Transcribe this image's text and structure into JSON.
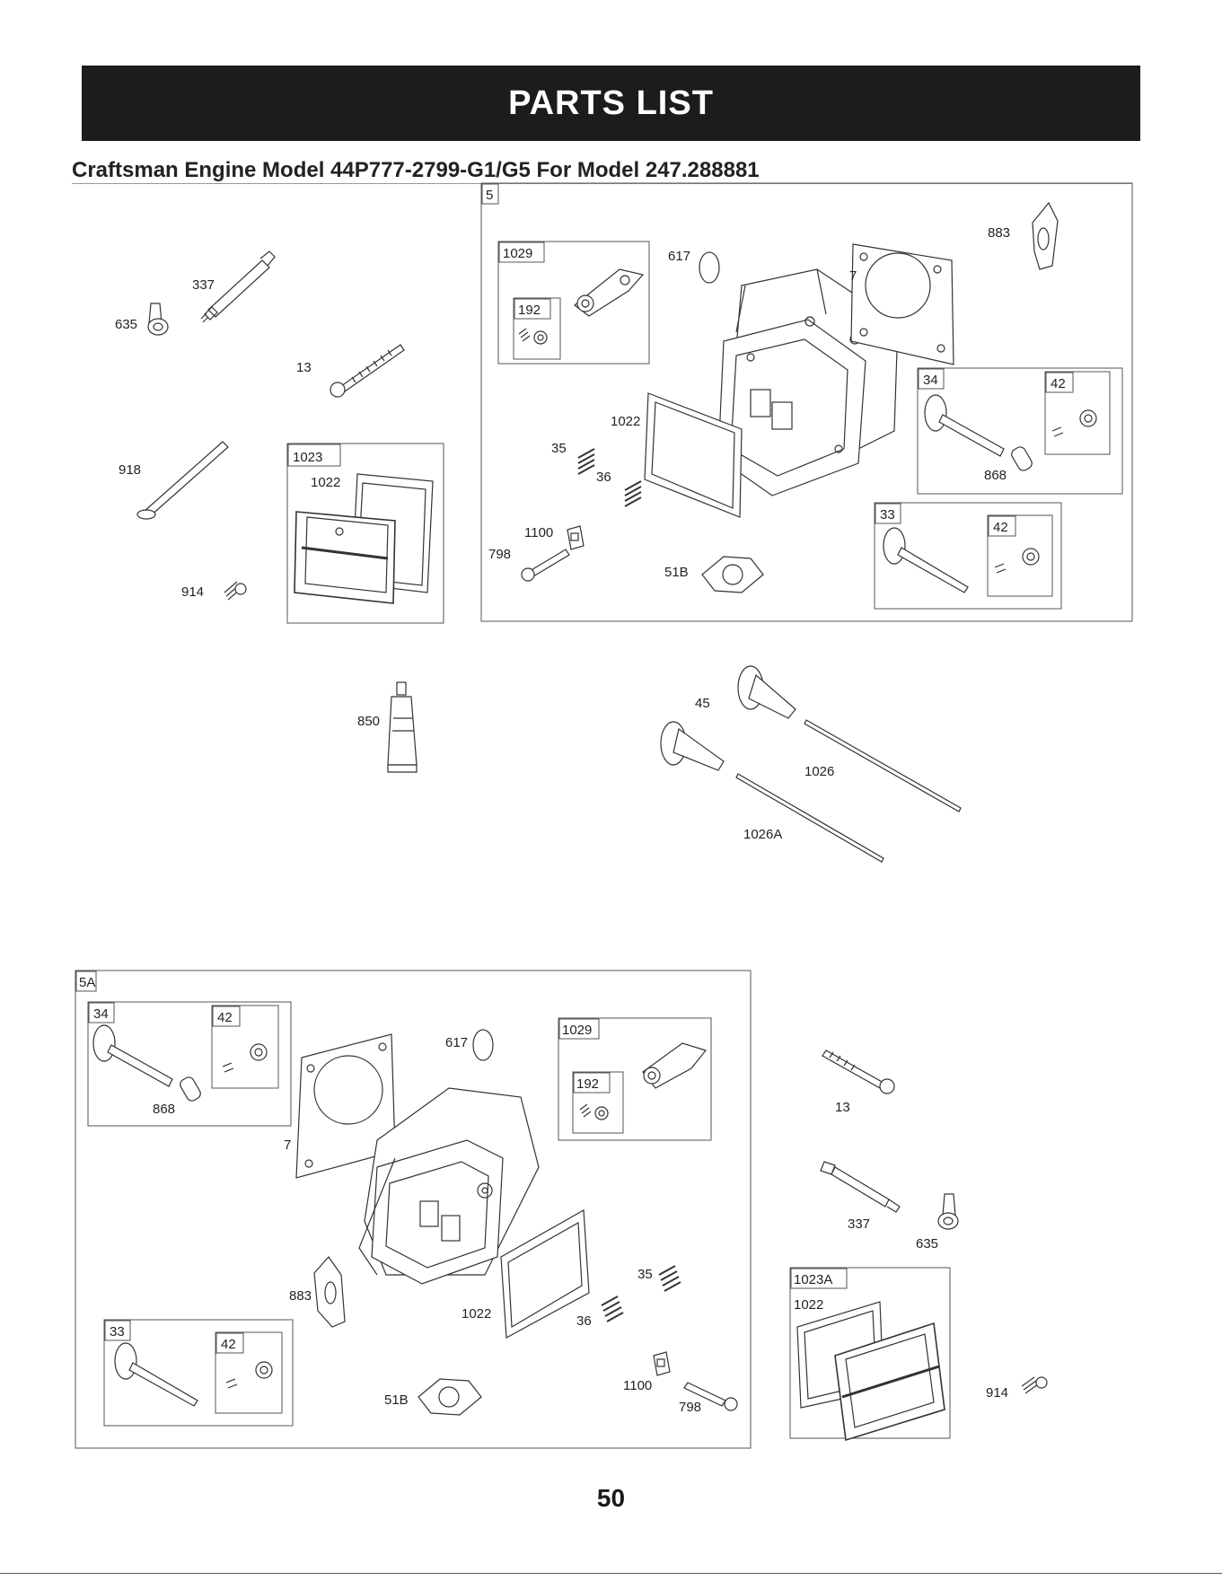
{
  "header": {
    "banner": "PARTS LIST",
    "subtitle": "Craftsman Engine Model 44P777-2799-G1/G5 For Model 247.288881"
  },
  "callouts": {
    "p635a": "635",
    "p337a": "337",
    "p13a": "13",
    "p918": "918",
    "p914a": "914",
    "p1023": "1023",
    "p1022a": "1022",
    "b5": "5",
    "b1029a": "1029",
    "b192a": "192",
    "p617a": "617",
    "p7a": "7",
    "p883a": "883",
    "p1022b": "1022",
    "p35a": "35",
    "p36a": "36",
    "p1100a": "1100",
    "p798a": "798",
    "p51Ba": "51B",
    "b34a": "34",
    "b42a": "42",
    "p868a": "868",
    "b33a": "33",
    "b42b": "42",
    "p850": "850",
    "p45": "45",
    "p1026": "1026",
    "p1026A": "1026A",
    "b5A": "5A",
    "b34b": "34",
    "b42c": "42",
    "p868b": "868",
    "p617b": "617",
    "b1029b": "1029",
    "b192b": "192",
    "p7b": "7",
    "p883b": "883",
    "b33b": "33",
    "b42d": "42",
    "p51Bb": "51B",
    "p1022c": "1022",
    "p35b": "35",
    "p36b": "36",
    "p1100b": "1100",
    "p798b": "798",
    "p13b": "13",
    "p337b": "337",
    "p635b": "635",
    "b1023A": "1023A",
    "p1022d": "1022",
    "p914b": "914"
  },
  "footer": {
    "page_number": "50"
  },
  "colors": {
    "banner_bg": "#1c1c1c",
    "banner_text": "#ffffff",
    "line_art": "#333333"
  }
}
